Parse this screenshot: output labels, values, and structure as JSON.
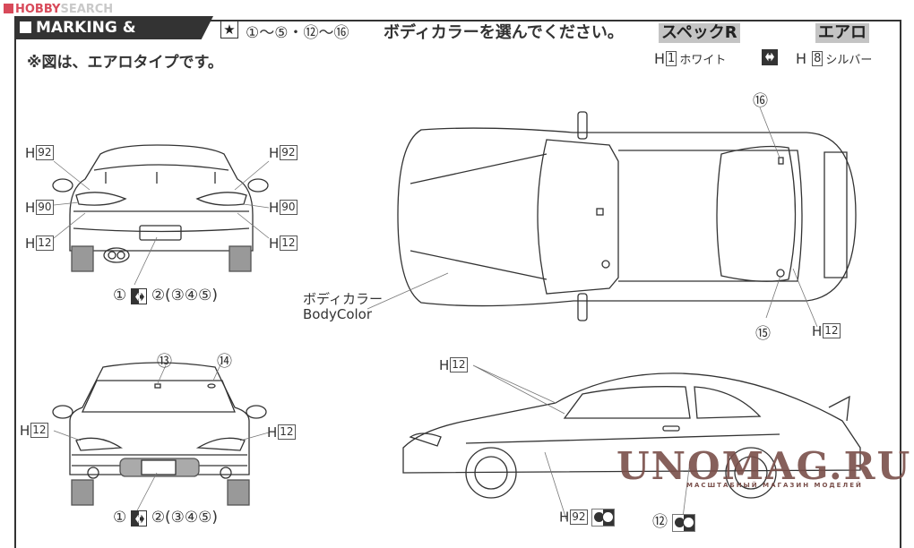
{
  "logo": {
    "brand_red": "HOBBY",
    "brand_gray": "SEARCH"
  },
  "header": {
    "section_title": "MARKING & PAINTING",
    "star_icon": "star-icon",
    "decal_range": "①～⑤・⑫～⑯",
    "note": "※図は、エアロタイプです。",
    "choose_body_color": "ボディカラーを選んでください。"
  },
  "variants": [
    {
      "name": "スペックR",
      "paint_prefix": "H",
      "paint_code": "1",
      "paint_name": "ホワイト"
    },
    {
      "name": "エアロ",
      "paint_prefix": "H",
      "paint_code": "8",
      "paint_name": "シルバー"
    }
  ],
  "variant_swap_icon": "swap-arrows-icon",
  "rear_view": {
    "labels": [
      {
        "prefix": "H",
        "code": "92"
      },
      {
        "prefix": "H",
        "code": "90"
      },
      {
        "prefix": "H",
        "code": "12"
      },
      {
        "prefix": "H",
        "code": "92"
      },
      {
        "prefix": "H",
        "code": "90"
      },
      {
        "prefix": "H",
        "code": "12"
      }
    ],
    "decal_primary": "①",
    "decal_alternates": "②(③④⑤)"
  },
  "front_view": {
    "top_decals": [
      "⑬",
      "⑭"
    ],
    "labels": [
      {
        "prefix": "H",
        "code": "12"
      },
      {
        "prefix": "H",
        "code": "12"
      }
    ],
    "decal_primary": "①",
    "decal_alternates": "②(③④⑤)"
  },
  "top_view": {
    "body_color_jp": "ボディカラー",
    "body_color_en": "BodyColor",
    "decal_16": "⑯",
    "decal_15": "⑮",
    "label_right": {
      "prefix": "H",
      "code": "12"
    }
  },
  "side_view": {
    "label_top": {
      "prefix": "H",
      "code": "12"
    },
    "label_bottom": {
      "prefix": "H",
      "code": "92"
    },
    "decal_12": "⑫"
  },
  "watermark": {
    "text": "UNOMAG.RU",
    "subtitle": "МАСШТАБНЫЙ МАГАЗИН МОДЕЛЕЙ"
  }
}
